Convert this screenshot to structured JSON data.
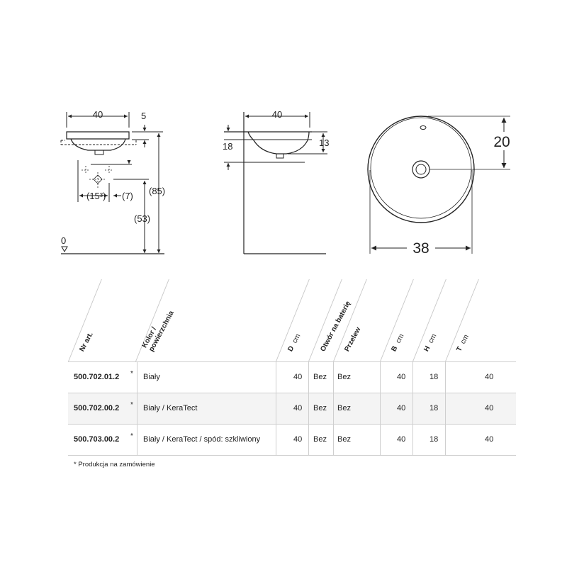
{
  "side_view": {
    "width_label": "40",
    "rim_label": "5",
    "height_total_label": "(85)",
    "height_lower_label": "(53)",
    "offset_a_label": "(15³)",
    "offset_b_label": "(7)",
    "floor_label": "0"
  },
  "section_view": {
    "width_label": "40",
    "height_label": "18",
    "depth_label": "13"
  },
  "top_view": {
    "radius_label": "20",
    "diameter_label": "38"
  },
  "table": {
    "headers": {
      "nr_art": "Nr art.",
      "kolor_1": "Kolor /",
      "kolor_2": "powierzchnia",
      "d": "D",
      "d_unit": "cm",
      "otwor": "Otwór na baterię",
      "przelew": "Przelew",
      "b": "B",
      "b_unit": "cm",
      "h": "H",
      "h_unit": "cm",
      "t": "T",
      "t_unit": "cm"
    },
    "rows": [
      {
        "art": "500.702.01.2",
        "star": "*",
        "kolor": "Biały",
        "d": "40",
        "otwor": "Bez",
        "przelew": "Bez",
        "b": "40",
        "h": "18",
        "t": "40"
      },
      {
        "art": "500.702.00.2",
        "star": "*",
        "kolor": "Biały / KeraTect",
        "d": "40",
        "otwor": "Bez",
        "przelew": "Bez",
        "b": "40",
        "h": "18",
        "t": "40"
      },
      {
        "art": "500.703.00.2",
        "star": "*",
        "kolor": "Biały / KeraTect / spód: szkliwiony",
        "d": "40",
        "otwor": "Bez",
        "przelew": "Bez",
        "b": "40",
        "h": "18",
        "t": "40"
      }
    ],
    "footnote": "*  Produkcja na zamówienie"
  }
}
